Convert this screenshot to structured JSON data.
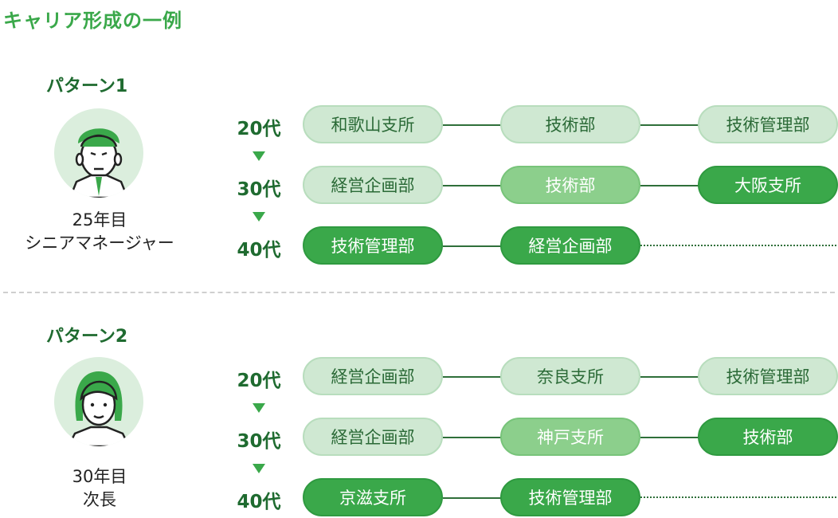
{
  "title": "キャリア形成の一例",
  "patterns": [
    {
      "label": "パターン1",
      "years": "25年目",
      "role": "シニアマネージャー",
      "rows": [
        {
          "age": "20代",
          "stops": [
            "和歌山支所",
            "技術部",
            "技術管理部"
          ]
        },
        {
          "age": "30代",
          "stops": [
            "経営企画部",
            "技術部",
            "大阪支所"
          ]
        },
        {
          "age": "40代",
          "stops": [
            "技術管理部",
            "経営企画部"
          ]
        }
      ]
    },
    {
      "label": "パターン2",
      "years": "30年目",
      "role": "次長",
      "rows": [
        {
          "age": "20代",
          "stops": [
            "経営企画部",
            "奈良支所",
            "技術管理部"
          ]
        },
        {
          "age": "30代",
          "stops": [
            "経営企画部",
            "神戸支所",
            "技術部"
          ]
        },
        {
          "age": "40代",
          "stops": [
            "京滋支所",
            "技術管理部"
          ]
        }
      ]
    }
  ],
  "colors": {
    "accent": "#3aa84a",
    "dark": "#1f6b30",
    "light": "#cfe8d2",
    "medium": "#8ccf8c"
  }
}
